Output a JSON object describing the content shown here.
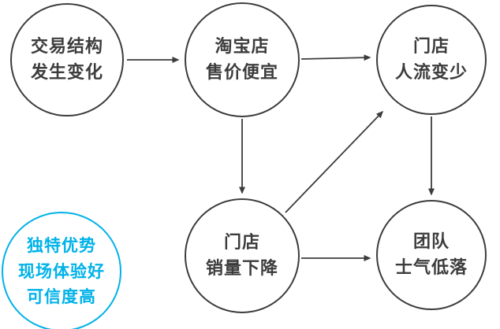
{
  "diagram": {
    "type": "causal-diagram",
    "colors": {
      "background": "#ffffff",
      "node_stroke": "#3c3c3c",
      "text": "#3c3c3c",
      "accent_blue": "#00b2e8"
    },
    "nodes": {
      "n1": {
        "id": "transaction-structure-change",
        "lines": [
          "交易结构",
          "发生变化"
        ]
      },
      "n2": {
        "id": "taobao-store-cheaper",
        "lines": [
          "淘宝店",
          "售价便宜"
        ]
      },
      "n3": {
        "id": "store-traffic-decline",
        "lines": [
          "门店",
          "人流变少"
        ]
      },
      "n4": {
        "id": "unique-advantages",
        "lines": [
          "独特优势",
          "现场体验好",
          "可信度高"
        ]
      },
      "n5": {
        "id": "store-sales-decline",
        "lines": [
          "门店",
          "销量下降"
        ]
      },
      "n6": {
        "id": "team-morale-low",
        "lines": [
          "团队",
          "士气低落"
        ]
      }
    },
    "edges": [
      {
        "from": "n1",
        "to": "n2",
        "label": "交易结构发生变化 → 淘宝店售价便宜"
      },
      {
        "from": "n2",
        "to": "n3",
        "label": "淘宝店售价便宜 → 门店人流变少"
      },
      {
        "from": "n2",
        "to": "n5",
        "label": "淘宝店售价便宜 → 门店销量下降"
      },
      {
        "from": "n3",
        "to": "n6",
        "label": "门店人流变少 → 团队士气低落"
      },
      {
        "from": "n5",
        "to": "n3",
        "label": "门店销量下降 → 门店人流变少"
      },
      {
        "from": "n5",
        "to": "n6",
        "label": "门店销量下降 → 团队士气低落"
      }
    ]
  }
}
